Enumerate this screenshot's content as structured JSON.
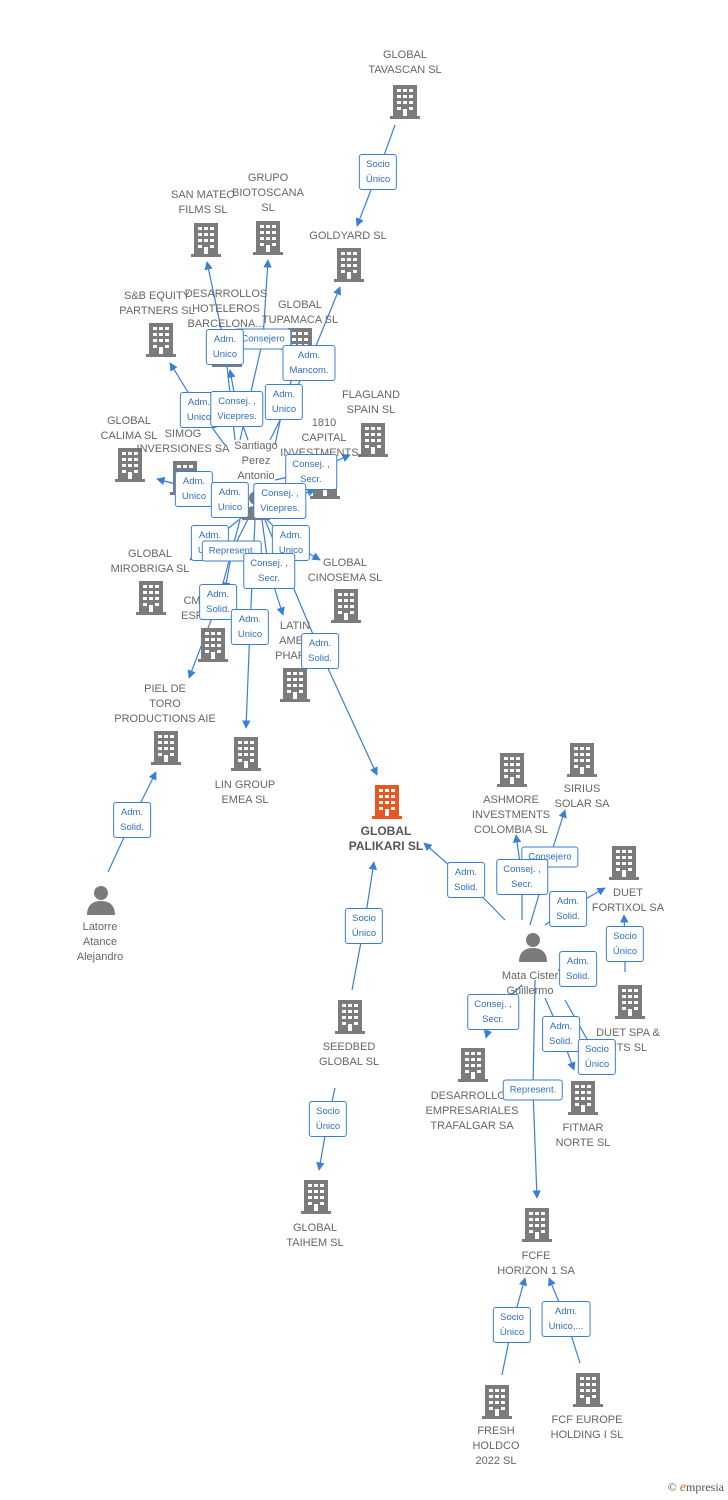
{
  "colors": {
    "edge": "#3a7fd6",
    "building": "#7b7b7b",
    "center": "#e8571f",
    "person": "#7b7b7b"
  },
  "nodes": [
    {
      "id": "tavascan",
      "kind": "company",
      "lines": [
        "GLOBAL",
        "TAVASCAN  SL"
      ]
    },
    {
      "id": "sanmateo",
      "kind": "company",
      "lines": [
        "SAN MATEO",
        "FILMS SL"
      ]
    },
    {
      "id": "biotoscana",
      "kind": "company",
      "lines": [
        "GRUPO",
        "BIOTOSCANA",
        "SL"
      ]
    },
    {
      "id": "goldyard",
      "kind": "company",
      "lines": [
        "GOLDYARD SL"
      ]
    },
    {
      "id": "sbequity",
      "kind": "company",
      "lines": [
        "S&B EQUITY",
        "PARTNERS  SL"
      ]
    },
    {
      "id": "desarrollos_hot",
      "kind": "company",
      "lines": [
        "DESARROLLOS",
        "HOTELEROS",
        "BARCELONA..."
      ]
    },
    {
      "id": "tupamaca",
      "kind": "company",
      "lines": [
        "GLOBAL",
        "TUPAMACA SL"
      ]
    },
    {
      "id": "flagland",
      "kind": "company",
      "lines": [
        "FLAGLAND",
        "SPAIN SL"
      ]
    },
    {
      "id": "calima",
      "kind": "company",
      "lines": [
        "GLOBAL",
        "CALIMA SL"
      ]
    },
    {
      "id": "simog",
      "kind": "company",
      "lines": [
        "SIMOG",
        "INVERSIONES SA"
      ]
    },
    {
      "id": "capital1810",
      "kind": "company",
      "lines": [
        "1810",
        "CAPITAL",
        "INVESTMENTS..."
      ]
    },
    {
      "id": "santiago",
      "kind": "person",
      "lines": [
        "Santiago",
        "Perez",
        "Antonio"
      ]
    },
    {
      "id": "mirobriga",
      "kind": "company",
      "lines": [
        "GLOBAL",
        "MIROBRIGA SL"
      ]
    },
    {
      "id": "cinosema",
      "kind": "company",
      "lines": [
        "GLOBAL",
        "CINOSEMA SL"
      ]
    },
    {
      "id": "cm",
      "kind": "company",
      "lines": [
        "CM",
        "ESP"
      ]
    },
    {
      "id": "latin",
      "kind": "company",
      "lines": [
        "LATIN",
        "AMER",
        "PHARM"
      ]
    },
    {
      "id": "pieldetoro",
      "kind": "company",
      "lines": [
        "PIEL DE",
        "TORO",
        "PRODUCTIONS AIE"
      ]
    },
    {
      "id": "lingroup",
      "kind": "company",
      "lines": [
        "LIN GROUP",
        "EMEA  SL"
      ]
    },
    {
      "id": "palikari",
      "kind": "center",
      "lines": [
        "GLOBAL",
        "PALIKARI  SL"
      ]
    },
    {
      "id": "latorre",
      "kind": "person",
      "lines": [
        "Latorre",
        "Atance",
        "Alejandro"
      ]
    },
    {
      "id": "ashmore",
      "kind": "company",
      "lines": [
        "ASHMORE",
        "INVESTMENTS",
        "COLOMBIA SL"
      ]
    },
    {
      "id": "sirius",
      "kind": "company",
      "lines": [
        "SIRIUS",
        "SOLAR SA"
      ]
    },
    {
      "id": "duetfortixol",
      "kind": "company",
      "lines": [
        "DUET",
        "FORTIXOL SA"
      ]
    },
    {
      "id": "mata",
      "kind": "person",
      "lines": [
        "Mata Cister",
        "Guillermo"
      ]
    },
    {
      "id": "duetspa",
      "kind": "company",
      "lines": [
        "DUET SPA &",
        "RTS SL"
      ]
    },
    {
      "id": "seedbed",
      "kind": "company",
      "lines": [
        "SEEDBED",
        "GLOBAL  SL"
      ]
    },
    {
      "id": "trafalgar",
      "kind": "company",
      "lines": [
        "DESARROLLOS",
        "EMPRESARIALES",
        "TRAFALGAR SA"
      ]
    },
    {
      "id": "fitmar",
      "kind": "company",
      "lines": [
        "FITMAR",
        "NORTE SL"
      ]
    },
    {
      "id": "taihem",
      "kind": "company",
      "lines": [
        "GLOBAL",
        "TAIHEM SL"
      ]
    },
    {
      "id": "fcfe",
      "kind": "company",
      "lines": [
        "FCFE",
        "HORIZON 1 SA"
      ]
    },
    {
      "id": "fresh",
      "kind": "company",
      "lines": [
        "FRESH",
        "HOLDCO",
        "2022  SL"
      ]
    },
    {
      "id": "fcfeurope",
      "kind": "company",
      "lines": [
        "FCF EUROPE",
        "HOLDING I  SL"
      ]
    }
  ],
  "roles": [
    {
      "id": "r_tav",
      "lines": [
        "Socio",
        "Único"
      ]
    },
    {
      "id": "r_cons1",
      "lines": [
        "Consejero"
      ]
    },
    {
      "id": "r_adm_sanmateo",
      "lines": [
        "Adm.",
        "Unico"
      ]
    },
    {
      "id": "r_mancom",
      "lines": [
        "Adm.",
        "Mancom."
      ]
    },
    {
      "id": "r_adm_sb",
      "lines": [
        "Adm.",
        "Unico"
      ]
    },
    {
      "id": "r_vicepres1",
      "lines": [
        "Consej. ,",
        "Vicepres."
      ]
    },
    {
      "id": "r_adm_tup",
      "lines": [
        "Adm.",
        "Unico"
      ]
    },
    {
      "id": "r_secr1",
      "lines": [
        "Consej. ,",
        "Secr."
      ]
    },
    {
      "id": "r_adm_calima",
      "lines": [
        "Adm.",
        "Unico"
      ]
    },
    {
      "id": "r_adm_simog",
      "lines": [
        "Adm.",
        "Unico"
      ]
    },
    {
      "id": "r_vicepres2",
      "lines": [
        "Consej. ,",
        "Vicepres."
      ]
    },
    {
      "id": "r_adm_mir",
      "lines": [
        "Adm.",
        "Unico"
      ]
    },
    {
      "id": "r_present",
      "lines": [
        "Represent."
      ]
    },
    {
      "id": "r_adm_cin",
      "lines": [
        "Adm.",
        "Unico"
      ]
    },
    {
      "id": "r_secr2",
      "lines": [
        "Consej. ,",
        "Secr."
      ]
    },
    {
      "id": "r_solid_cm",
      "lines": [
        "Adm.",
        "Solid."
      ]
    },
    {
      "id": "r_adm_lin",
      "lines": [
        "Adm.",
        "Unico"
      ]
    },
    {
      "id": "r_solid_pal",
      "lines": [
        "Adm.",
        "Solid."
      ]
    },
    {
      "id": "r_solid_latorre",
      "lines": [
        "Adm.",
        "Solid."
      ]
    },
    {
      "id": "r_solid_mata",
      "lines": [
        "Adm.",
        "Solid."
      ]
    },
    {
      "id": "r_cons2",
      "lines": [
        "Consejero"
      ]
    },
    {
      "id": "r_secr3",
      "lines": [
        "Consej. ,",
        "Secr."
      ]
    },
    {
      "id": "r_solid_duet",
      "lines": [
        "Adm.",
        "Solid."
      ]
    },
    {
      "id": "r_socio_duet",
      "lines": [
        "Socio",
        "Único"
      ]
    },
    {
      "id": "r_solid_duetspa",
      "lines": [
        "Adm.",
        "Solid."
      ]
    },
    {
      "id": "r_secr4",
      "lines": [
        "Consej. ,",
        "Secr."
      ]
    },
    {
      "id": "r_solid_fit",
      "lines": [
        "Adm.",
        "Solid."
      ]
    },
    {
      "id": "r_socio_fit",
      "lines": [
        "Socio",
        "Único"
      ]
    },
    {
      "id": "r_repr2",
      "lines": [
        "Represent."
      ]
    },
    {
      "id": "r_socio_seed",
      "lines": [
        "Socio",
        "Único"
      ]
    },
    {
      "id": "r_socio_taihem",
      "lines": [
        "Socio",
        "Único"
      ]
    },
    {
      "id": "r_socio_fresh",
      "lines": [
        "Socio",
        "Único"
      ]
    },
    {
      "id": "r_adm_fcf",
      "lines": [
        "Adm.",
        "Unico,..."
      ]
    }
  ],
  "brand": {
    "copyright": "©",
    "e": "e",
    "name": "mpresia"
  }
}
